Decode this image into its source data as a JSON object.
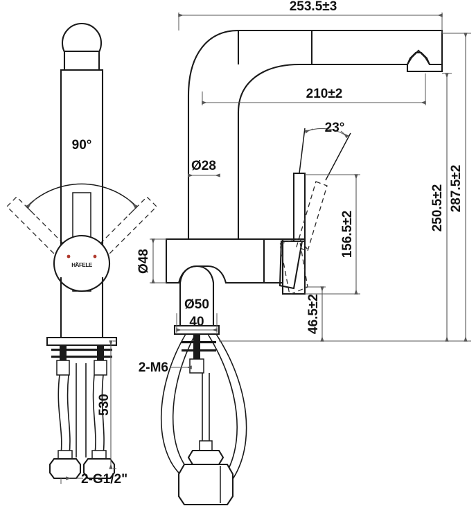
{
  "document": {
    "type": "technical-dimension-drawing",
    "subject": "Pull-out kitchen sink mixer tap",
    "brand": "HÄFELE",
    "units": "mm",
    "background_color": "#ffffff",
    "line_color": "#1a1a1a",
    "dimension_color": "#555555",
    "accent_color": "#b03a2e"
  },
  "views": {
    "left": {
      "name": "Front view with swivel range",
      "label": "front-view"
    },
    "right": {
      "name": "Side view with dimensions",
      "label": "side-view"
    }
  },
  "dimensions": {
    "overall_reach": "253.5±3",
    "spout_reach": "210±2",
    "spout_height": "250.5±2",
    "overall_height": "287.5±2",
    "handle_height": "156.5±2",
    "spout_tube_diameter": "Ø28",
    "body_diameter": "Ø48",
    "base_diameter": "Ø50",
    "base_width": "40",
    "base_height": "46.5±2",
    "hose_length": "530",
    "swivel_angle": "90°",
    "handle_angle": "23°",
    "mounting_thread": "2-M6",
    "supply_thread": "2-G1/2\""
  },
  "logo": {
    "text": "HÄFELE",
    "dot_color": "#b03a2e"
  }
}
